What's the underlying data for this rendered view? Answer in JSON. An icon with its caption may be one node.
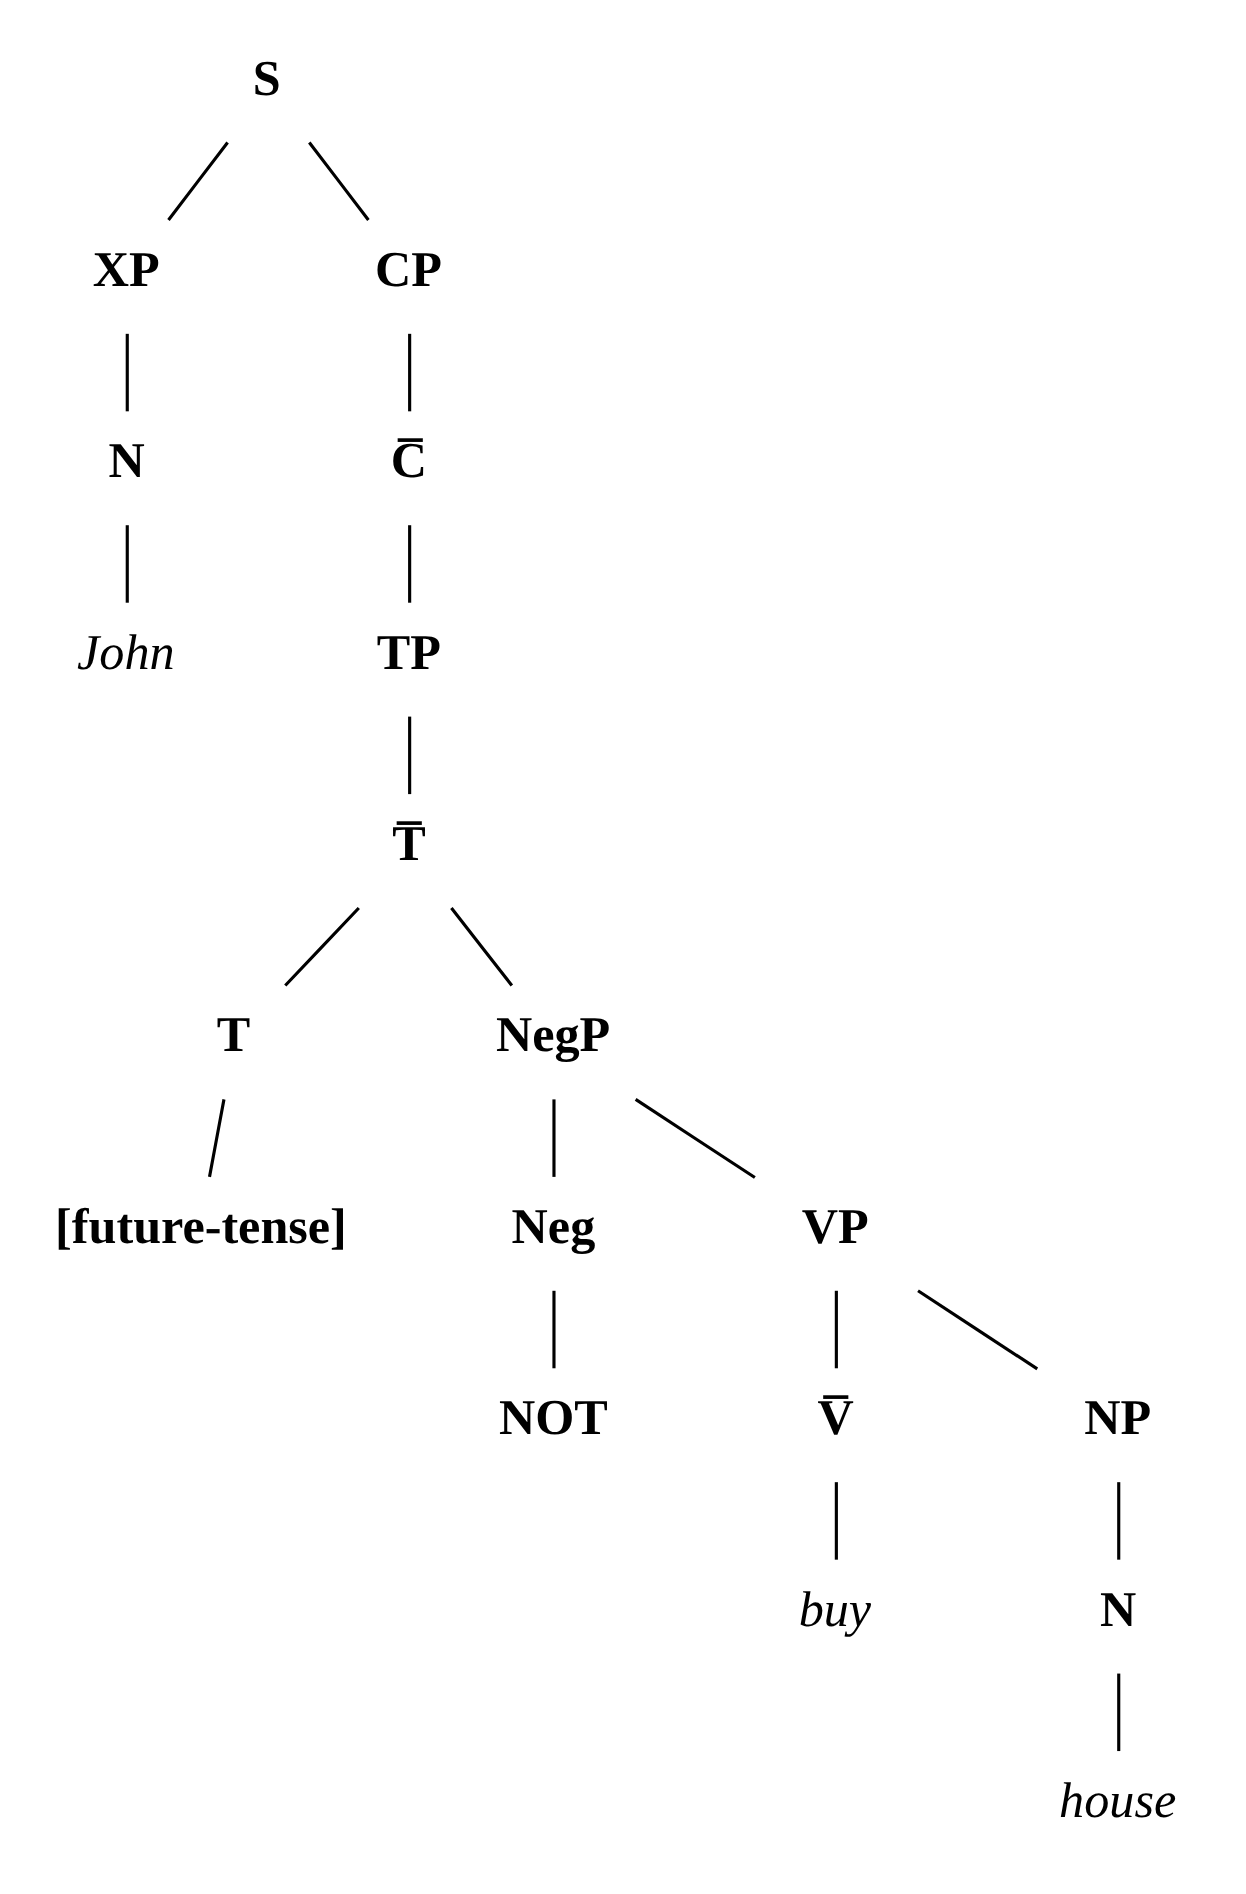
{
  "diagram": {
    "nodes": [
      {
        "text": [
          "S"
        ]
      },
      {
        "text": [
          "XP"
        ]
      },
      {
        "text": [
          "CP"
        ]
      },
      {
        "text": [
          "N"
        ]
      },
      {
        "text": [
          "C̅"
        ]
      },
      {
        "text": [
          "John"
        ]
      },
      {
        "text": [
          "TP"
        ]
      },
      {
        "text": [
          "T̅"
        ]
      },
      {
        "text": [
          "T"
        ]
      },
      {
        "text": [
          "NegP"
        ]
      },
      {
        "text": [
          "[future-tense]"
        ]
      },
      {
        "text": [
          "Neg"
        ]
      },
      {
        "text": [
          "VP"
        ]
      },
      {
        "text": [
          "NOT"
        ]
      },
      {
        "text": [
          "V̅"
        ]
      },
      {
        "text": [
          "NP"
        ]
      },
      {
        "text": [
          "buy"
        ]
      },
      {
        "text": [
          "N"
        ]
      },
      {
        "text": [
          "house"
        ]
      }
    ],
    "edges": [
      {
        "from": 0,
        "to": 1,
        "arrow": "none"
      },
      {
        "from": 0,
        "to": 2,
        "arrow": "none"
      },
      {
        "from": 1,
        "to": 3,
        "arrow": "none"
      },
      {
        "from": 3,
        "to": 5,
        "arrow": "none"
      },
      {
        "from": 2,
        "to": 4,
        "arrow": "none"
      },
      {
        "from": 4,
        "to": 6,
        "arrow": "none"
      },
      {
        "from": 6,
        "to": 7,
        "arrow": "none"
      },
      {
        "from": 7,
        "to": 8,
        "arrow": "none"
      },
      {
        "from": 7,
        "to": 9,
        "arrow": "none"
      },
      {
        "from": 8,
        "to": 10,
        "arrow": "none"
      },
      {
        "from": 9,
        "to": 11,
        "arrow": "none"
      },
      {
        "from": 9,
        "to": 12,
        "arrow": "none"
      },
      {
        "from": 11,
        "to": 13,
        "arrow": "none"
      },
      {
        "from": 12,
        "to": 14,
        "arrow": "none"
      },
      {
        "from": 12,
        "to": 15,
        "arrow": "none"
      },
      {
        "from": 14,
        "to": 16,
        "arrow": "none"
      },
      {
        "from": 15,
        "to": 17,
        "arrow": "none"
      },
      {
        "from": 17,
        "to": 18,
        "arrow": "none"
      }
    ]
  }
}
